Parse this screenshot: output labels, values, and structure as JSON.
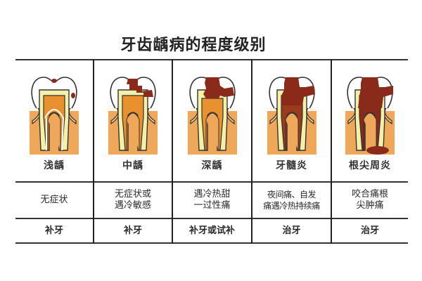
{
  "title": "牙齿龋病的程度级别",
  "colors": {
    "gum": "#efa85a",
    "enamel": "#ffffff",
    "dentin": "#f5f0a8",
    "pulp": "#e9902f",
    "caries": "#8a2a1a",
    "line": "#333333"
  },
  "stages": [
    {
      "name": "浅龋",
      "symptom": "无症状",
      "treatment": "补牙",
      "severity": 1
    },
    {
      "name": "中龋",
      "symptom": "无症状或\n遇冷敏感",
      "treatment": "补牙",
      "severity": 2
    },
    {
      "name": "深龋",
      "symptom": "遇冷热甜\n一过性痛",
      "treatment": "补牙或试补",
      "severity": 3
    },
    {
      "name": "牙髓炎",
      "symptom": "夜间痛、自发\n痛遇冷热持续痛",
      "treatment": "治牙",
      "severity": 4
    },
    {
      "name": "根尖周炎",
      "symptom": "咬合痛根\n尖肿痛",
      "treatment": "治牙",
      "severity": 5
    }
  ]
}
